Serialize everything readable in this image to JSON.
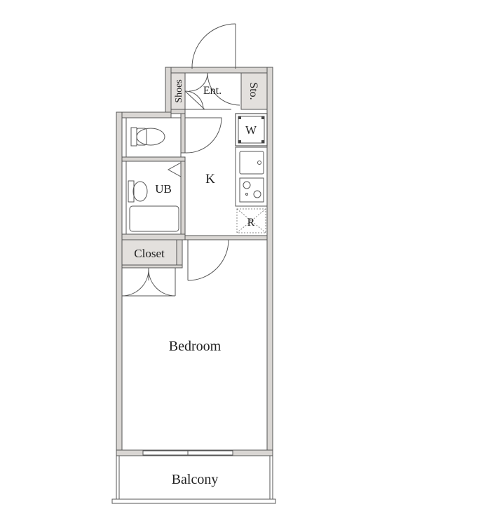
{
  "rooms": {
    "entrance": "Ent.",
    "shoes": "Shoes",
    "storage": "Sto.",
    "washer": "W",
    "kitchen": "K",
    "unit_bath": "UB",
    "refrigerator": "R",
    "closet": "Closet",
    "bedroom": "Bedroom",
    "balcony": "Balcony"
  },
  "colors": {
    "wall_fill": "#d9d6d3",
    "wall_stroke": "#555555",
    "storage_fill": "#e3e0dd",
    "background": "#ffffff"
  }
}
